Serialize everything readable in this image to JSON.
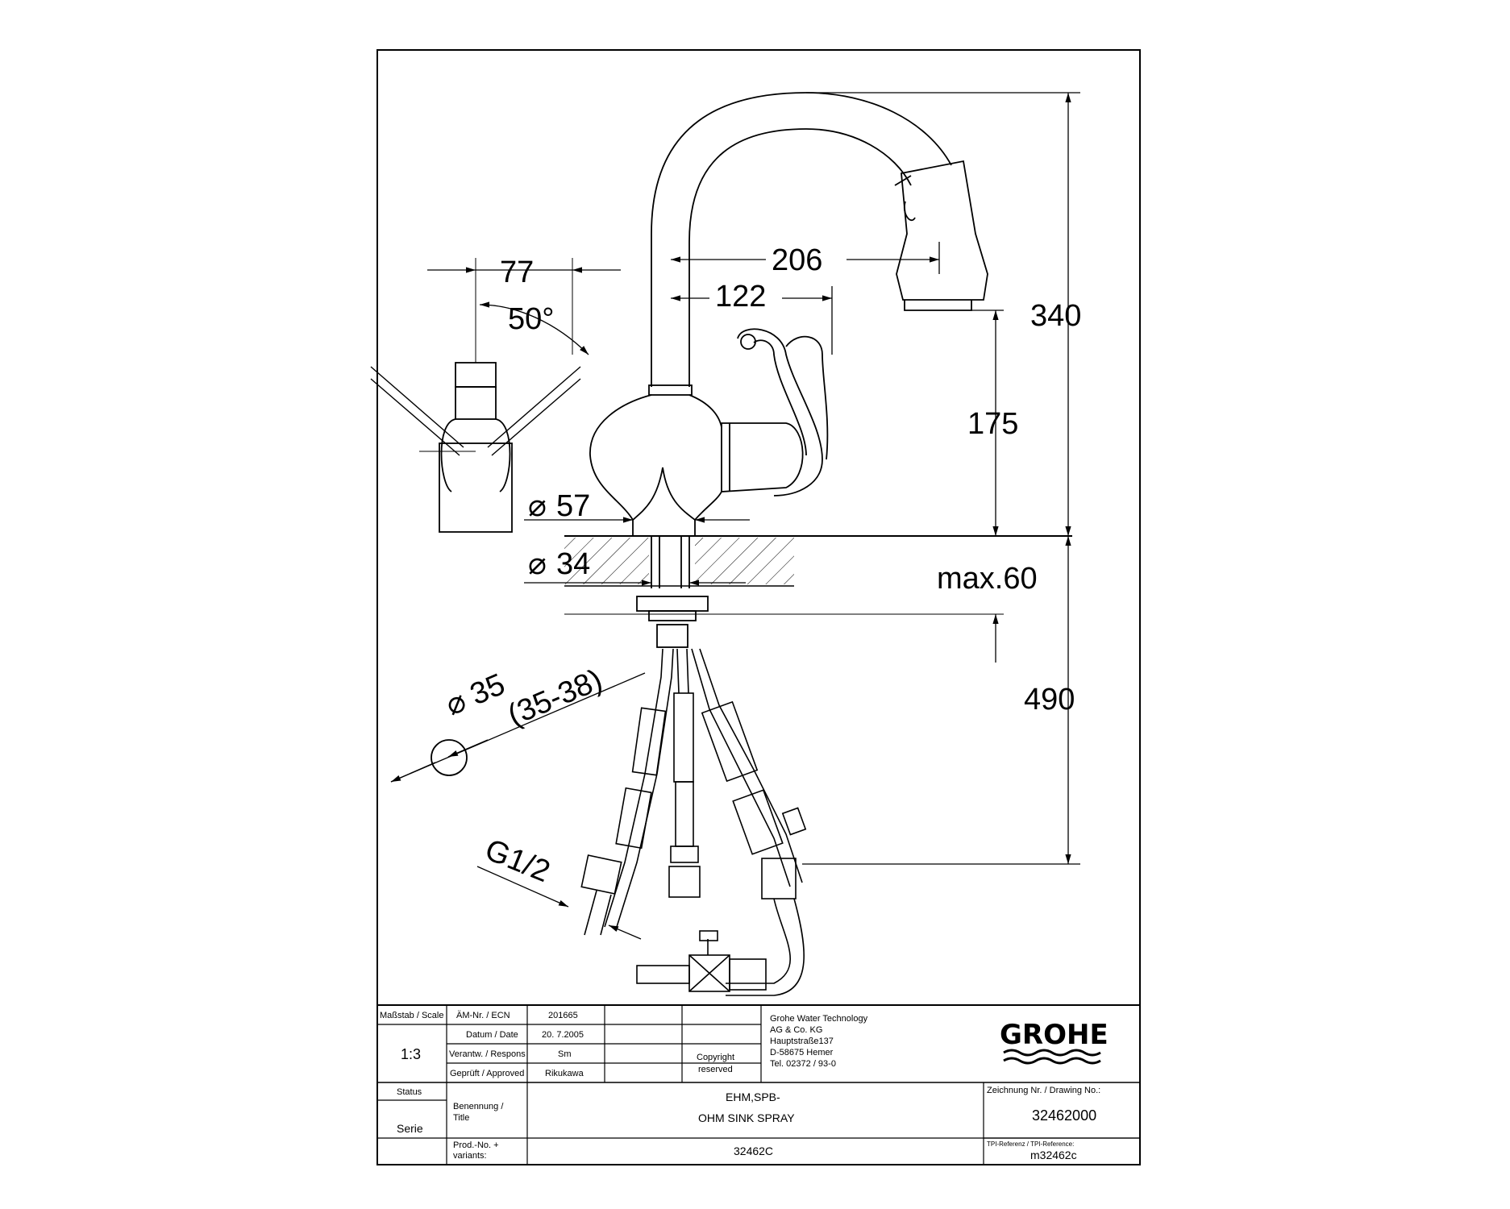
{
  "drawing": {
    "dimensions": {
      "d206": "206",
      "d122": "122",
      "d340": "340",
      "d175": "175",
      "d77": "77",
      "d50deg": "50°",
      "d57": "57",
      "d34": "34",
      "max60": "max.60",
      "d490": "490",
      "d35": "35",
      "d35_38": "(35-38)",
      "g12": "G1/2"
    }
  },
  "title_block": {
    "scale_label": "Maßstab / Scale",
    "scale_value": "1:3",
    "ecn_label": "ÄM-Nr. / ECN",
    "ecn_value": "201665",
    "date_label": "Datum / Date",
    "date_value": "20. 7.2005",
    "responsible_label": "Verantw. / Respons",
    "responsible_value": "Sm",
    "approved_label": "Geprüft / Approved",
    "approved_value": "Rikukawa",
    "copyright_line1": "Copyright",
    "copyright_line2": "reserved",
    "company_line1": "Grohe Water Technology",
    "company_line2": "AG & Co. KG",
    "company_line3": "Hauptstraße137",
    "company_line4": "D-58675 Hemer",
    "company_line5": "Tel. 02372 / 93-0",
    "brand": "GROHE",
    "status_label": "Status",
    "status_value": "Serie",
    "title_label_line1": "Benennung /",
    "title_label_line2": "Title",
    "title_line1": "EHM,SPB-",
    "title_line2": "OHM SINK SPRAY",
    "drawing_no_label": "Zeichnung Nr. / Drawing No.:",
    "drawing_no_value": "32462000",
    "prod_label_line1": "Prod.-No. +",
    "prod_label_line2": "variants:",
    "prod_value": "32462C",
    "tpi_label": "TPI-Referenz / TPI-Reference:",
    "tpi_value": "m32462c"
  }
}
